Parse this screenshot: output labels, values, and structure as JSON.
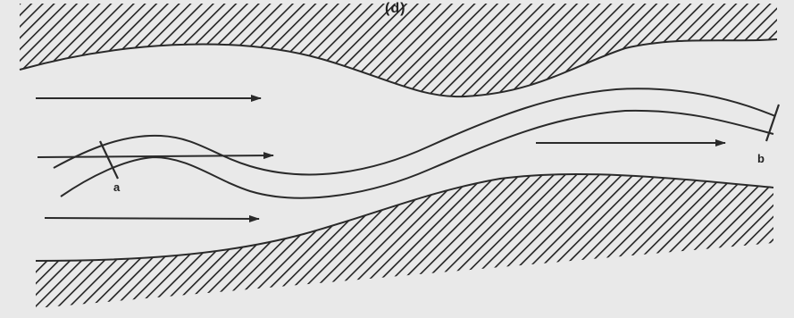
{
  "figure": {
    "panel_label": "(d)",
    "points": {
      "a": "a",
      "b": "b"
    },
    "colors": {
      "ink": "#2a2a2a",
      "paper": "#e9e9e9"
    }
  }
}
